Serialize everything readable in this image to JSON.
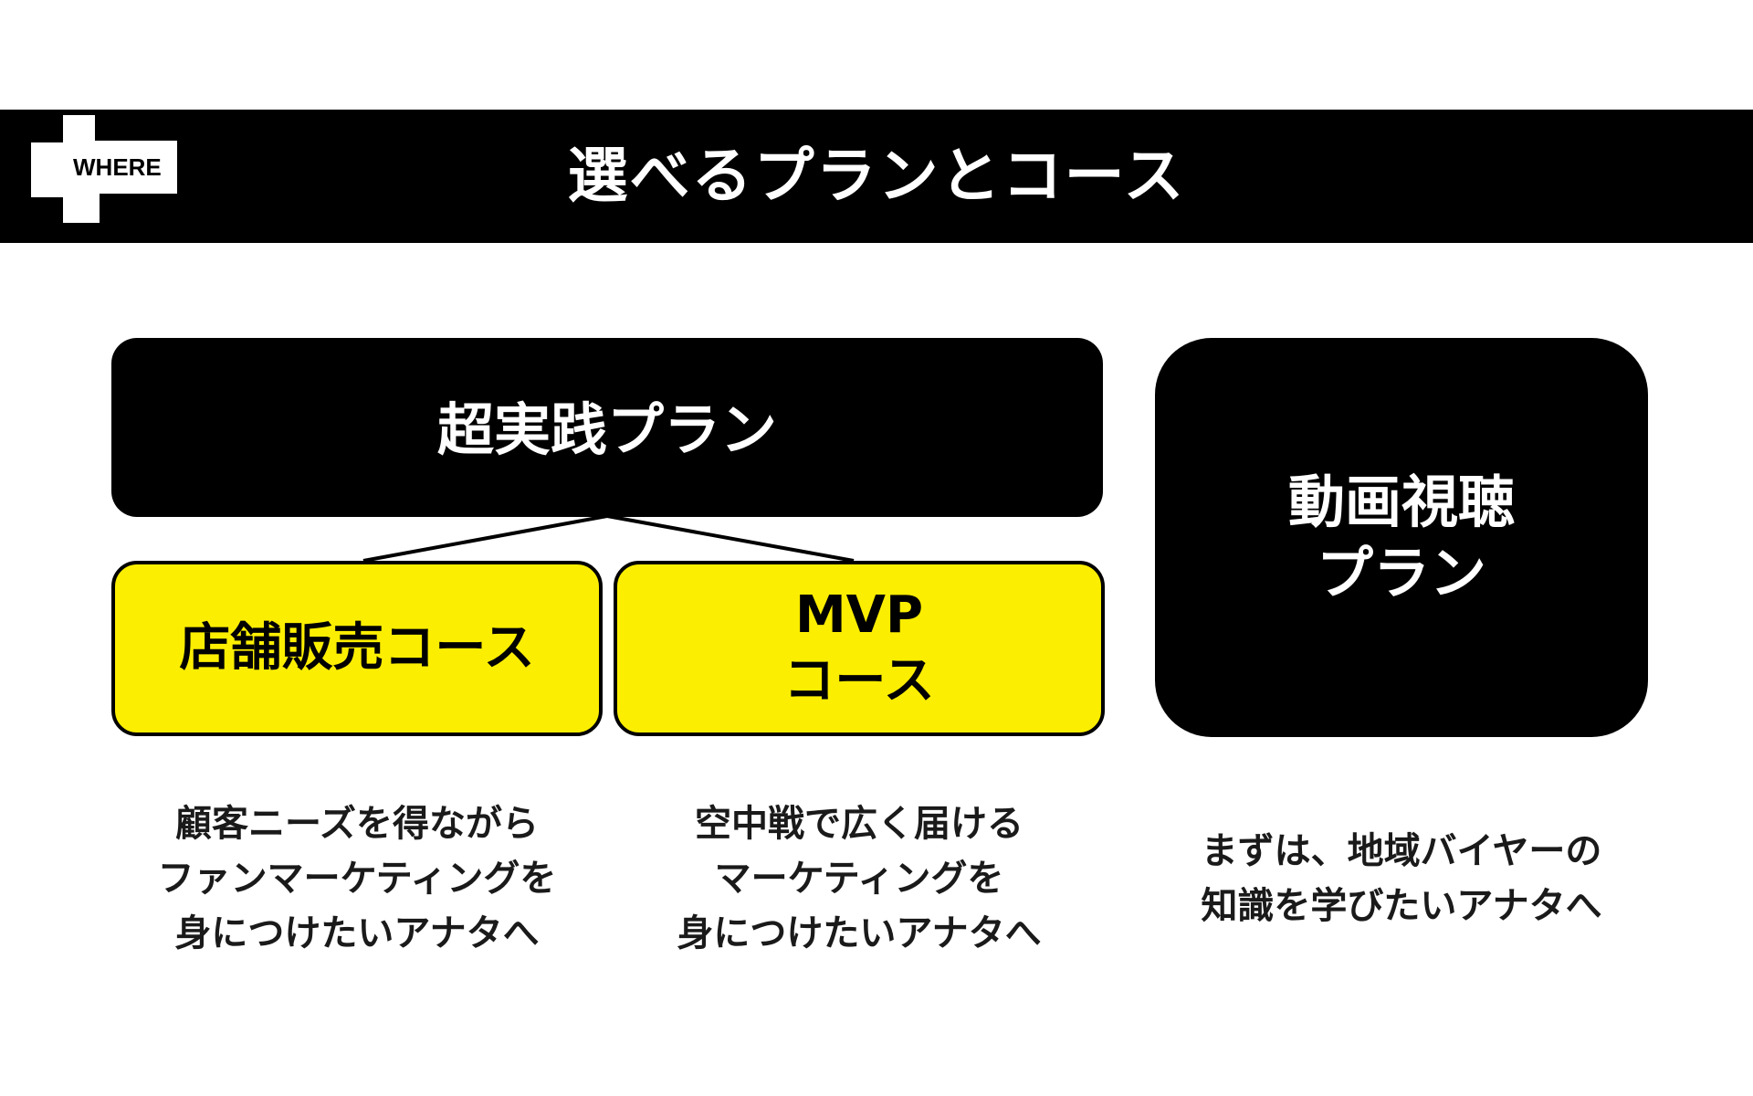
{
  "header": {
    "logo_text": "WHERE",
    "title": "選べるプランとコース"
  },
  "plans": {
    "practical": {
      "label": "超実践プラン"
    },
    "video": {
      "label_lines": [
        "動画視聴",
        "プラン"
      ]
    }
  },
  "courses": {
    "store": {
      "label": "店舗販売コース"
    },
    "mvp": {
      "label_lines": [
        "MVP",
        "コース"
      ]
    }
  },
  "descriptions": {
    "store": [
      "顧客ニーズを得ながら",
      "ファンマーケティングを",
      "身につけたいアナタへ"
    ],
    "mvp": [
      "空中戦で広く届ける",
      "マーケティングを",
      "身につけたいアナタへ"
    ],
    "video": [
      "まずは、地域バイヤーの",
      "知識を学びたいアナタへ"
    ]
  },
  "colors": {
    "header_bg": "#000000",
    "plan_bg": "#000000",
    "course_bg": "#fcee00",
    "text_dark": "#1a1a1a",
    "text_light": "#ffffff"
  }
}
